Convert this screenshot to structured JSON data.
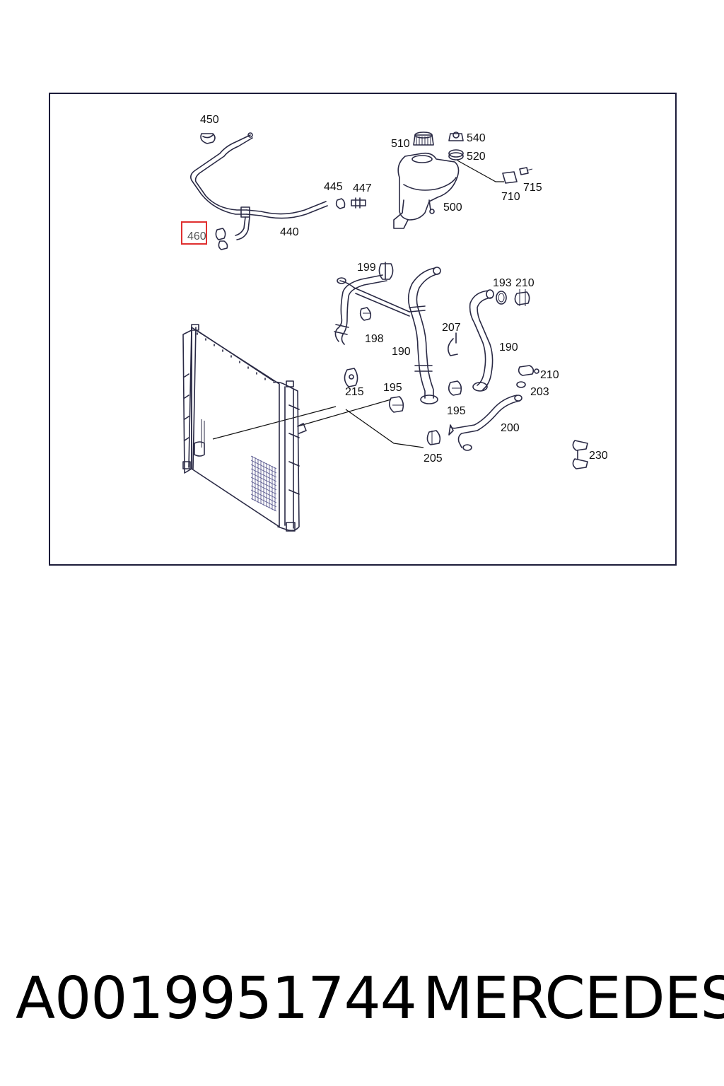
{
  "diagram": {
    "callouts": [
      {
        "id": "450",
        "text": "450"
      },
      {
        "id": "510",
        "text": "510"
      },
      {
        "id": "540",
        "text": "540"
      },
      {
        "id": "520",
        "text": "520"
      },
      {
        "id": "445",
        "text": "445"
      },
      {
        "id": "447",
        "text": "447"
      },
      {
        "id": "715",
        "text": "715"
      },
      {
        "id": "710",
        "text": "710"
      },
      {
        "id": "500",
        "text": "500"
      },
      {
        "id": "440",
        "text": "440"
      },
      {
        "id": "460",
        "text": "460",
        "highlighted": true
      },
      {
        "id": "199",
        "text": "199"
      },
      {
        "id": "193",
        "text": "193"
      },
      {
        "id": "210a",
        "text": "210"
      },
      {
        "id": "198",
        "text": "198"
      },
      {
        "id": "207",
        "text": "207"
      },
      {
        "id": "190a",
        "text": "190"
      },
      {
        "id": "190b",
        "text": "190"
      },
      {
        "id": "210b",
        "text": "210"
      },
      {
        "id": "203",
        "text": "203"
      },
      {
        "id": "215",
        "text": "215"
      },
      {
        "id": "195a",
        "text": "195"
      },
      {
        "id": "195b",
        "text": "195"
      },
      {
        "id": "200",
        "text": "200"
      },
      {
        "id": "230",
        "text": "230"
      },
      {
        "id": "205",
        "text": "205"
      }
    ],
    "highlight_color": "#e03030"
  },
  "caption": {
    "part_number": "A0019951744",
    "brand": "MERCEDES"
  }
}
